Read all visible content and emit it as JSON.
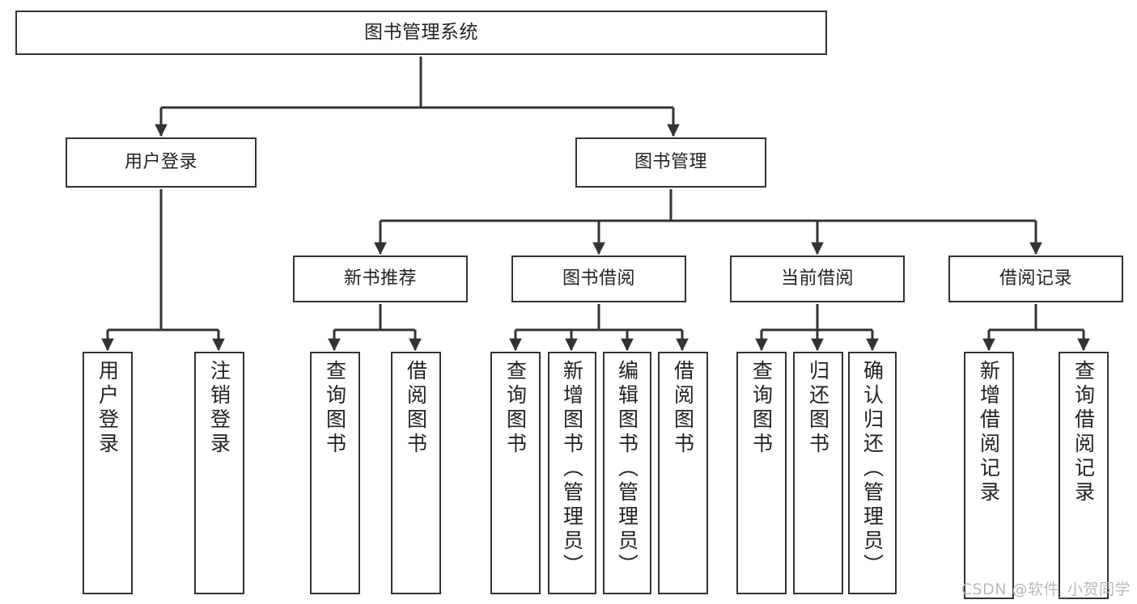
{
  "diagram": {
    "title": "图书管理系统",
    "type": "tree-hierarchy-chart",
    "colors": {
      "node_border": "#333333",
      "node_fill": "#ffffff",
      "edge": "#333333",
      "text": "#222222",
      "watermark": "#b9b9b9",
      "background": "#ffffff"
    },
    "nodes": {
      "root": {
        "label": "图书管理系统"
      },
      "level2": [
        {
          "label": "用户登录"
        },
        {
          "label": "图书管理"
        }
      ],
      "level3": [
        {
          "label": "新书推荐"
        },
        {
          "label": "图书借阅"
        },
        {
          "label": "当前借阅"
        },
        {
          "label": "借阅记录"
        }
      ],
      "leaves": {
        "user_login": [
          {
            "label": "用户登录"
          },
          {
            "label": "注销登录"
          }
        ],
        "new_book": [
          {
            "label": "查询图书"
          },
          {
            "label": "借阅图书"
          }
        ],
        "book_borrow": [
          {
            "label": "查询图书"
          },
          {
            "label": "新增图书（管理员）"
          },
          {
            "label": "编辑图书（管理员）"
          },
          {
            "label": "借阅图书"
          }
        ],
        "current_borrow": [
          {
            "label": "查询图书"
          },
          {
            "label": "归还图书"
          },
          {
            "label": "确认归还（管理员）"
          }
        ],
        "borrow_record": [
          {
            "label": "新增借阅记录"
          },
          {
            "label": "查询借阅记录"
          }
        ]
      }
    },
    "watermark": "CSDN @软件_小贺同学"
  }
}
